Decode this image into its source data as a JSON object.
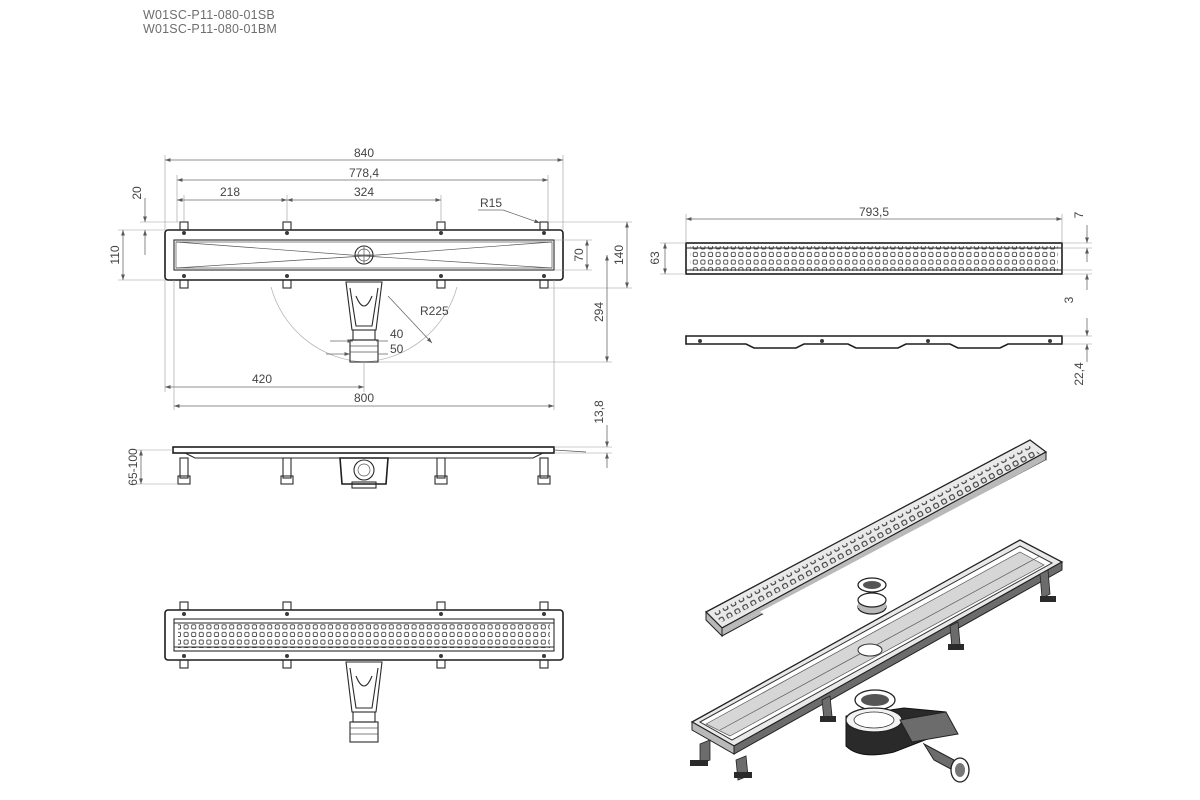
{
  "header": {
    "model_1": "W01SC-P11-080-01SB",
    "model_2": "W01SC-P11-080-01BM"
  },
  "top_view": {
    "overall_length": "840",
    "mounting_span": "778,4",
    "segment_left": "218",
    "segment_mid": "324",
    "corner_radius": "R15",
    "height_outer": "110",
    "height_top_offset": "20",
    "channel_width": "70",
    "flange_width": "140",
    "outlet_reach": "294",
    "outlet_radius": "R225",
    "outlet_inner": "40",
    "outlet_outer": "50",
    "outlet_position": "420",
    "channel_length": "800"
  },
  "side_view": {
    "flange_thickness": "13,8",
    "leg_height": "65-100"
  },
  "grate_view": {
    "grate_length": "793,5",
    "grate_height": "63",
    "grate_top": "7",
    "grate_bottom": "3",
    "grate_depth": "22,4"
  },
  "colors": {
    "line": "#2a2a2a",
    "dimension": "#6a6a6a",
    "text": "#444444"
  }
}
